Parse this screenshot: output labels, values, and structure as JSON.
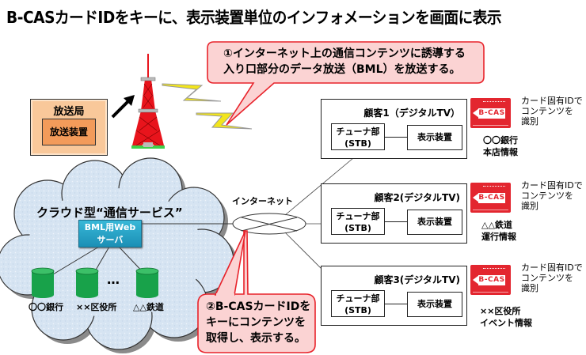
{
  "title": "B-CASカードIDをキーに、表示装置単位のインフォメーションを画面に表示",
  "colors": {
    "callout_border": "#e8232b",
    "callout_fill": "#fbd3d3",
    "station_fill": "#f9c89a",
    "station_inner_fill": "#f39b5a",
    "server_fill": "#2aa6cc",
    "db_fill": "#1aa84e",
    "cloud_fill": "#d8e6f3",
    "card_red": "#e3262f",
    "bolt_yellow": "#f2e51c",
    "tower_red": "#e8141c"
  },
  "callout1": {
    "line1": "①インターネット上の通信コンテンツに誘導する",
    "line2": "入り口部分のデータ放送（BML）を放送する。"
  },
  "callout2": {
    "line1": "②B-CASカードIDを",
    "line2": "キーにコンテンツを",
    "line3": "取得し、表示する。"
  },
  "broadcast_station": {
    "label": "放送局",
    "device": "放送装置"
  },
  "cloud": {
    "title": "クラウド型“通信サービス”",
    "server_line1": "BML用Web",
    "server_line2": "サーバ",
    "dots": "…",
    "databases": [
      "〇〇銀行",
      "××区役所",
      "△△鉄道"
    ]
  },
  "internet_label": "インターネット",
  "customers": [
    {
      "title": "顧客1（デジタルTV）",
      "tuner_line1": "チューナ部",
      "tuner_line2": "(STB)",
      "display": "表示装置",
      "card_logo": "B-CAS",
      "card_note": [
        "カード固有IDで",
        "コンテンツを",
        "識別"
      ],
      "info": [
        "〇〇銀行",
        "本店情報"
      ]
    },
    {
      "title": "顧客2(デジタルTV)",
      "tuner_line1": "チューナ部",
      "tuner_line2": "(STB)",
      "display": "表示装置",
      "card_logo": "B-CAS",
      "card_note": [
        "カード固有IDで",
        "コンテンツを",
        "識別"
      ],
      "info": [
        "△△鉄道",
        "運行情報"
      ]
    },
    {
      "title": "顧客3(デジタルTV)",
      "tuner_line1": "チューナ部",
      "tuner_line2": "(STB)",
      "display": "表示装置",
      "card_logo": "B-CAS",
      "card_note": [
        "カード固有IDで",
        "コンテンツを",
        "識別"
      ],
      "info": [
        "××区役所",
        "イベント情報"
      ]
    }
  ]
}
